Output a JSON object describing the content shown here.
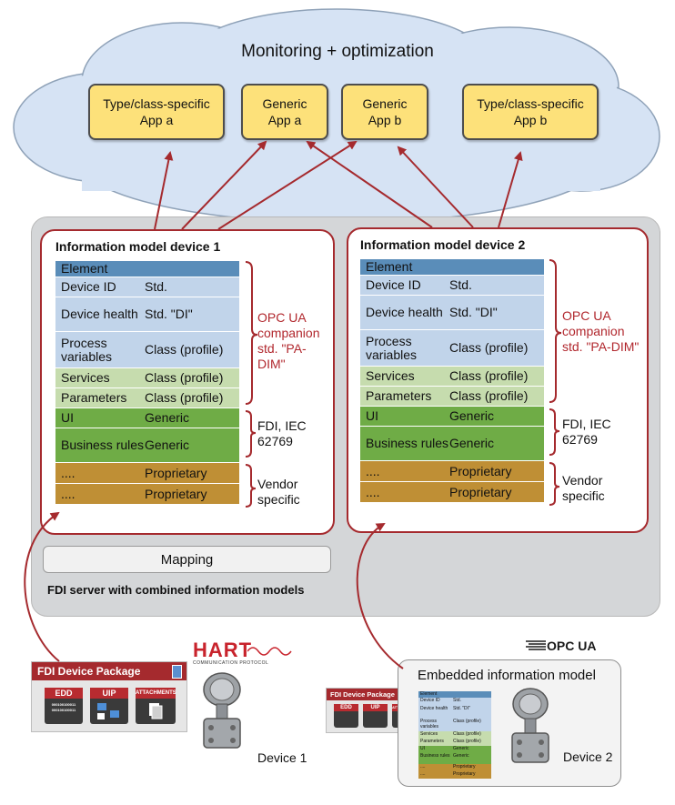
{
  "cloud": {
    "title": "Monitoring + optimization"
  },
  "apps": [
    {
      "line1": "Type/class-specific",
      "line2": "App a"
    },
    {
      "line1": "Generic",
      "line2": "App a"
    },
    {
      "line1": "Generic",
      "line2": "App b"
    },
    {
      "line1": "Type/class-specific",
      "line2": "App b"
    }
  ],
  "devices": [
    {
      "title": "Information model device 1",
      "header": "Element",
      "rows": [
        {
          "name": "Device ID",
          "value": "Std."
        },
        {
          "name": "Device health",
          "value": "Std. \"DI\""
        },
        {
          "name": "Process variables",
          "value": "Class (profile)"
        },
        {
          "name": "Services",
          "value": "Class (profile)"
        },
        {
          "name": "Parameters",
          "value": "Class (profile)"
        },
        {
          "name": "UI",
          "value": "Generic"
        },
        {
          "name": "Business rules",
          "value": "Generic"
        },
        {
          "name": "....",
          "value": "Proprietary"
        },
        {
          "name": "....",
          "value": "Proprietary"
        }
      ]
    },
    {
      "title": "Information model device 2",
      "header": "Element",
      "rows": [
        {
          "name": "Device ID",
          "value": "Std."
        },
        {
          "name": "Device health",
          "value": "Std. \"DI\""
        },
        {
          "name": "Process variables",
          "value": "Class (profile)"
        },
        {
          "name": "Services",
          "value": "Class (profile)"
        },
        {
          "name": "Parameters",
          "value": "Class (profile)"
        },
        {
          "name": "UI",
          "value": "Generic"
        },
        {
          "name": "Business rules",
          "value": "Generic"
        },
        {
          "name": "....",
          "value": "Proprietary"
        },
        {
          "name": "....",
          "value": "Proprietary"
        }
      ]
    }
  ],
  "braces": {
    "opcua": "OPC UA companion std. \"PA-DIM\"",
    "fdi": "FDI, IEC 62769",
    "vendor": "Vendor specific"
  },
  "server": {
    "mapping": "Mapping",
    "label": "FDI server with combined information models"
  },
  "package": {
    "title": "FDI Device Package",
    "edd": "EDD",
    "uip": "UIP",
    "attachments": "ATTACHMENTS",
    "binary": "000100100011"
  },
  "hart": {
    "logo": "HART",
    "sub": "COMMUNICATION PROTOCOL"
  },
  "opcua_logo": "OPC UA",
  "embedded": {
    "title": "Embedded information model"
  },
  "device_labels": {
    "d1": "Device 1",
    "d2": "Device 2"
  },
  "colors": {
    "accent_red": "#a52a2e",
    "app_yellow": "#fde17a",
    "element_blue": "#5a8db9",
    "std_blue": "#c1d4ea",
    "class_green": "#c6dcae",
    "fdi_green": "#6fac46",
    "vendor_brown": "#bf8f35"
  }
}
